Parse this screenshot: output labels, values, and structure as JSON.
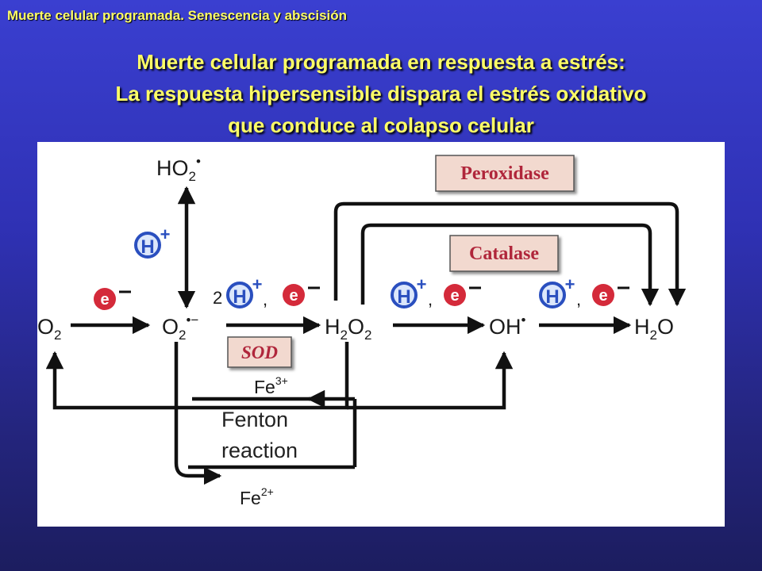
{
  "header": {
    "text": "Muerte celular programada. Senescencia y abscisión"
  },
  "title": {
    "line1": "Muerte celular programada en  respuesta a estrés:",
    "line2": "La respuesta hipersensible dispara el estrés oxidativo",
    "line3": "que conduce al colapso celular"
  },
  "diagram": {
    "species": {
      "o2": "O2",
      "superoxide": "O2•−",
      "hydroperoxyl": "HO2•",
      "h2o2": "H2O2",
      "hydroxyl": "OH•",
      "water": "H2O"
    },
    "labels": {
      "proton": "H",
      "proton_charge": "+",
      "electron": "e",
      "electron_charge": "−",
      "coefficient_two": "2",
      "comma": ",",
      "fe3": "Fe",
      "fe3_charge": "3+",
      "fe2": "Fe",
      "fe2_charge": "2+"
    },
    "enzymes": {
      "peroxidase": "Peroxidase",
      "catalase": "Catalase",
      "sod": "SOD"
    },
    "fenton": {
      "line1": "Fenton",
      "line2": "reaction"
    },
    "colors": {
      "proton_blue": "#2a4fbf",
      "proton_fill": "#dce7fb",
      "electron_red": "#d42a3a",
      "enzyme_text": "#b0263b",
      "enzyme_box": "#f2d9cf"
    }
  }
}
